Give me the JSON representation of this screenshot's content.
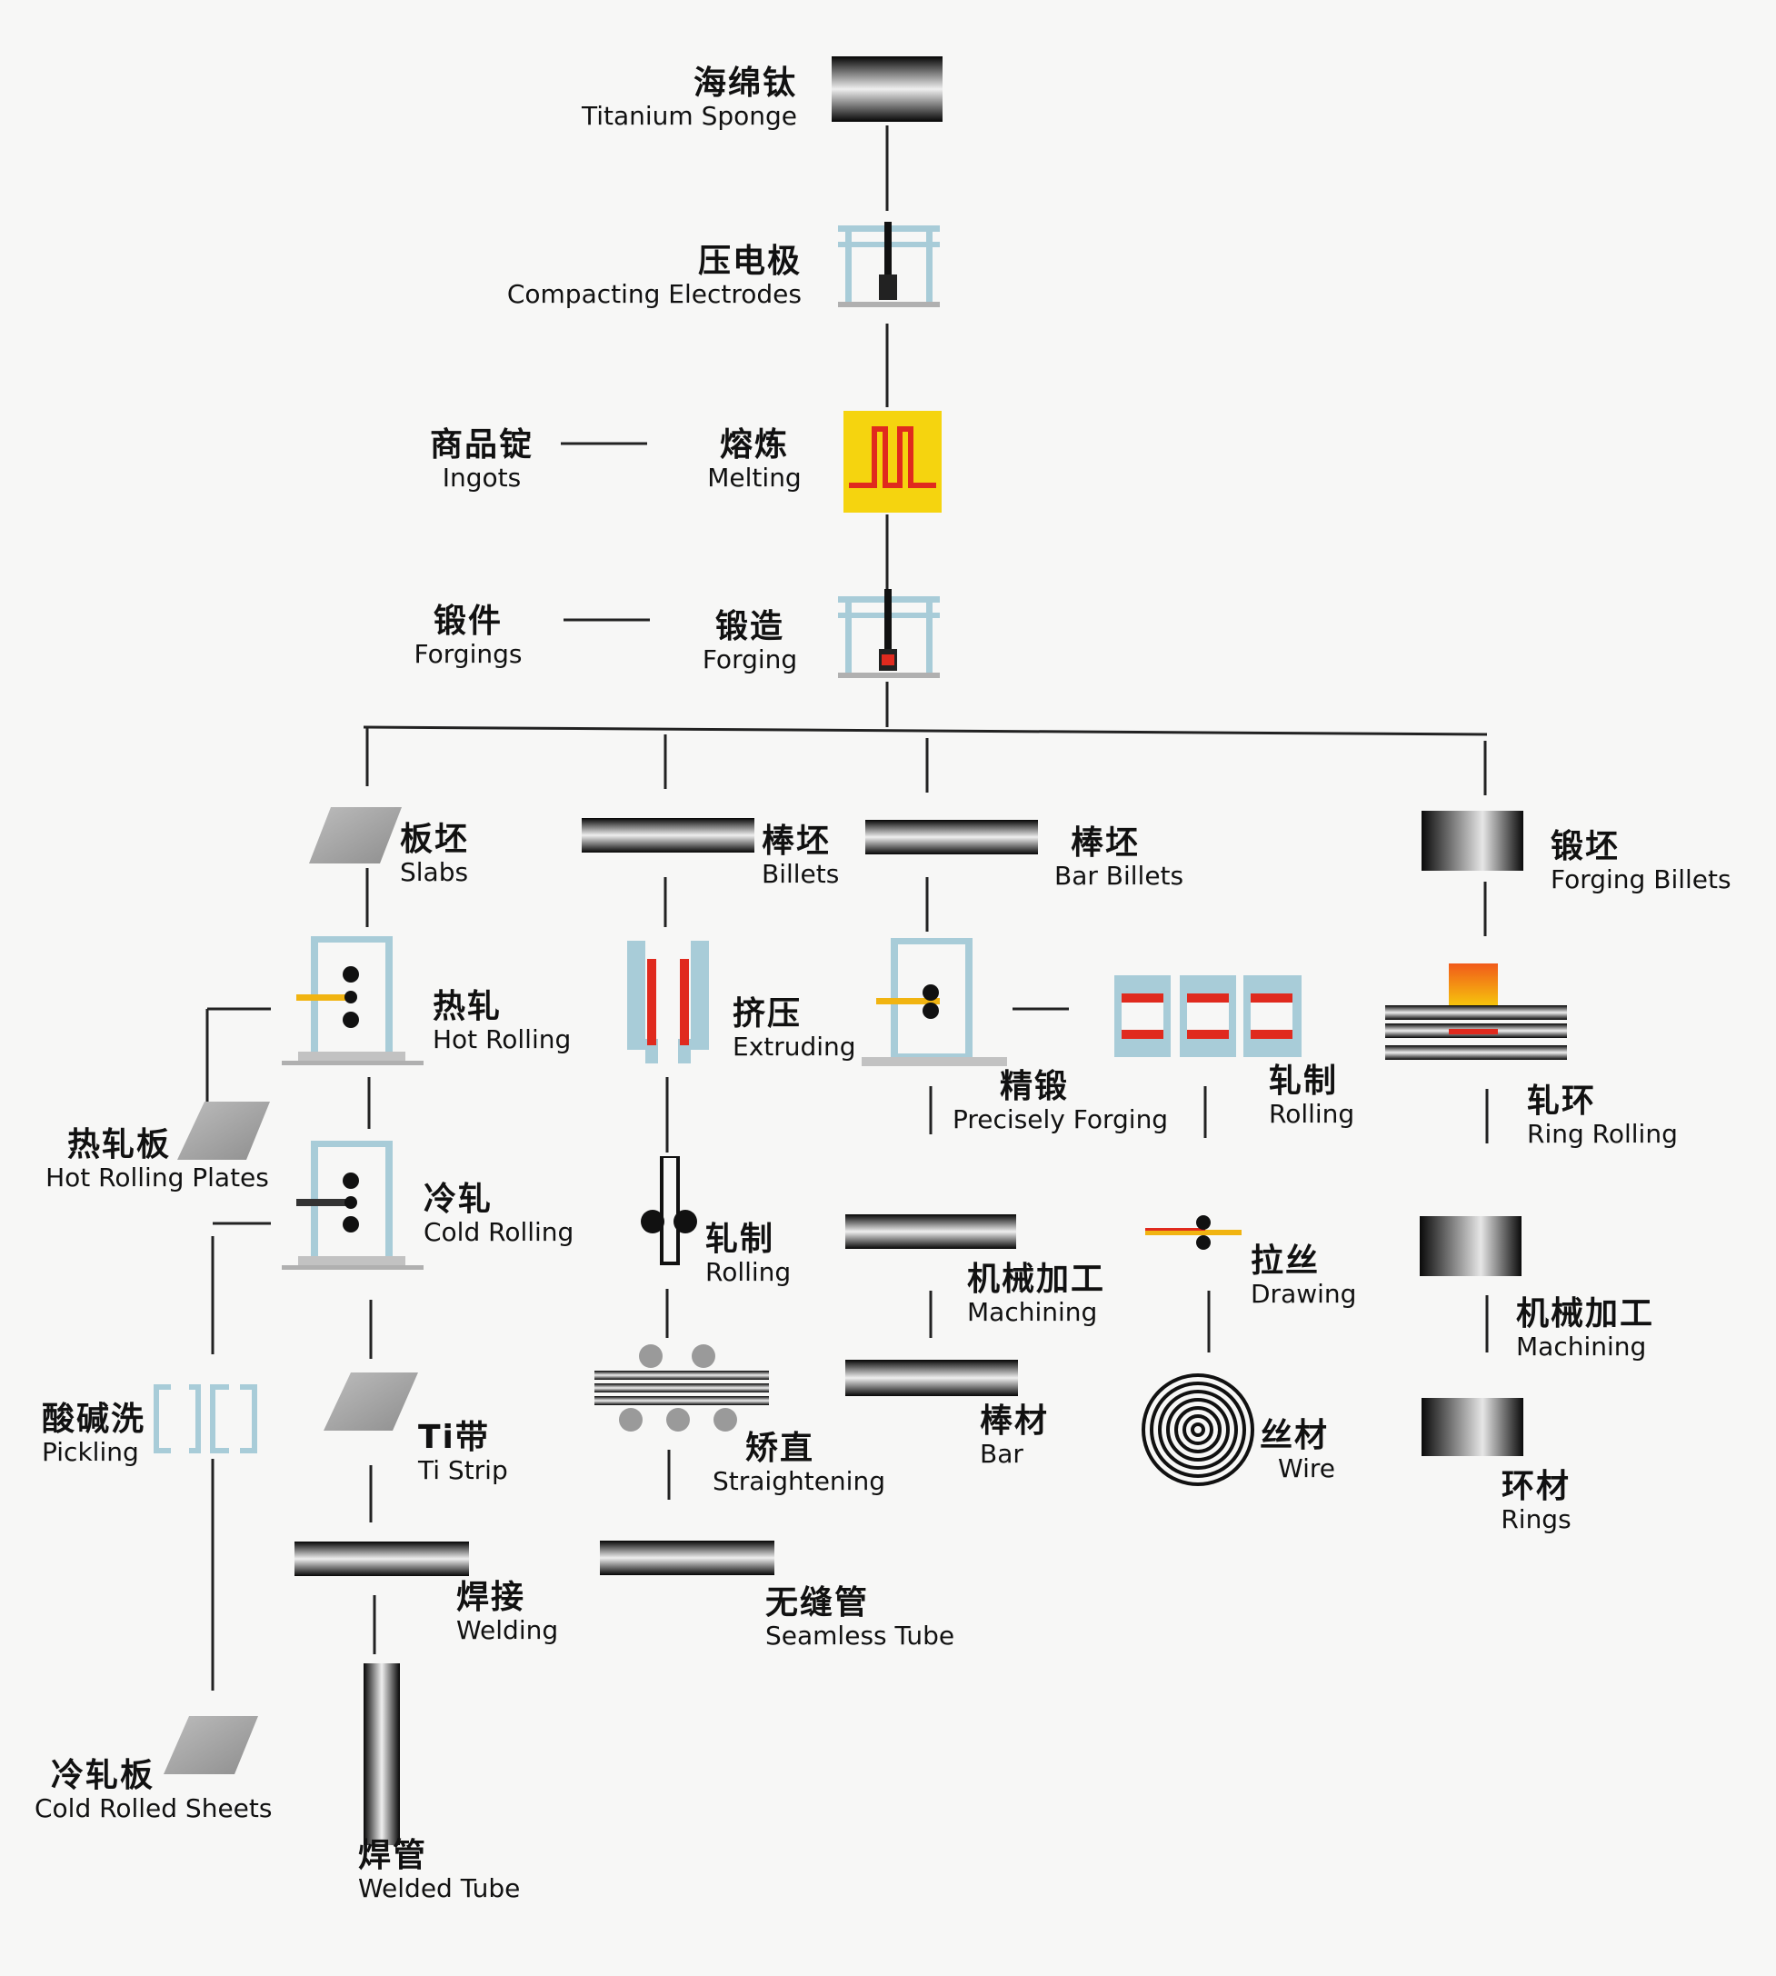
{
  "palette": {
    "line": "#222222",
    "frame": "#a8ccd8",
    "rod": "#111111",
    "heat_yellow": "#f5d40f",
    "heat_red": "#e02a1e",
    "hot_bar": "#f1b411",
    "slab_gray": "#a9a9a9",
    "press_base": "#b0b0b0"
  },
  "nodes": {
    "sponge": {
      "zh": "海绵钛",
      "en": "Titanium Sponge",
      "icon": "metal-bar-icon"
    },
    "electrodes": {
      "zh": "压电极",
      "en": "Compacting Electrodes",
      "icon": "press-icon"
    },
    "ingots": {
      "zh": "商品锭",
      "en": "Ingots",
      "icon": ""
    },
    "melting": {
      "zh": "熔炼",
      "en": "Melting",
      "icon": "furnace-icon"
    },
    "forgings": {
      "zh": "锻件",
      "en": "Forgings",
      "icon": ""
    },
    "forging": {
      "zh": "锻造",
      "en": "Forging",
      "icon": "press-icon"
    },
    "slabs": {
      "zh": "板坯",
      "en": "Slabs",
      "icon": "plate-icon"
    },
    "billets": {
      "zh": "棒坯",
      "en": "Billets",
      "icon": "metal-bar-icon"
    },
    "bar_billets": {
      "zh": "棒坯",
      "en": "Bar Billets",
      "icon": "metal-bar-icon"
    },
    "forging_billets": {
      "zh": "锻坯",
      "en": "Forging Billets",
      "icon": "billet-block-icon"
    },
    "hot_rolling": {
      "zh": "热轧",
      "en": "Hot Rolling",
      "icon": "rolling-mill-icon"
    },
    "extruding": {
      "zh": "挤压",
      "en": "Extruding",
      "icon": "extrusion-die-icon"
    },
    "precise_forging": {
      "zh": "精锻",
      "en": "Precisely Forging",
      "icon": "rolling-mill-icon"
    },
    "rolling_dies": {
      "zh": "轧制",
      "en": "Rolling",
      "icon": "rolling-dies-icon"
    },
    "ring_rolling": {
      "zh": "轧环",
      "en": "Ring Rolling",
      "icon": "ring-rolling-icon"
    },
    "hot_plates": {
      "zh": "热轧板",
      "en": "Hot Rolling Plates",
      "icon": "plate-icon"
    },
    "cold_rolling": {
      "zh": "冷轧",
      "en": "Cold Rolling",
      "icon": "rolling-mill-icon"
    },
    "rolling_mid": {
      "zh": "轧制",
      "en": "Rolling",
      "icon": "roll-pass-icon"
    },
    "machining_mid": {
      "zh": "机械加工",
      "en": "Machining",
      "icon": "metal-bar-icon"
    },
    "drawing": {
      "zh": "拉丝",
      "en": "Drawing",
      "icon": "wire-drawing-icon"
    },
    "machining_right": {
      "zh": "机械加工",
      "en": "Machining",
      "icon": "billet-block-icon"
    },
    "pickling": {
      "zh": "酸碱洗",
      "en": "Pickling",
      "icon": "pickling-tank-icon"
    },
    "ti_strip": {
      "zh": "Ti带",
      "en": "Ti Strip",
      "icon": "plate-icon"
    },
    "straightening": {
      "zh": "矫直",
      "en": "Straightening",
      "icon": "straightener-icon"
    },
    "bar": {
      "zh": "棒材",
      "en": "Bar",
      "icon": "metal-bar-icon"
    },
    "wire": {
      "zh": "丝材",
      "en": "Wire",
      "icon": "wire-coil-icon"
    },
    "rings": {
      "zh": "环材",
      "en": "Rings",
      "icon": "billet-block-icon"
    },
    "welding": {
      "zh": "焊接",
      "en": "Welding",
      "icon": "metal-bar-icon"
    },
    "seamless": {
      "zh": "无缝管",
      "en": "Seamless Tube",
      "icon": "metal-bar-icon"
    },
    "cold_sheets": {
      "zh": "冷轧板",
      "en": "Cold Rolled Sheets",
      "icon": "plate-icon"
    },
    "welded_tube": {
      "zh": "焊管",
      "en": "Welded Tube",
      "icon": "vertical-tube-icon"
    }
  }
}
